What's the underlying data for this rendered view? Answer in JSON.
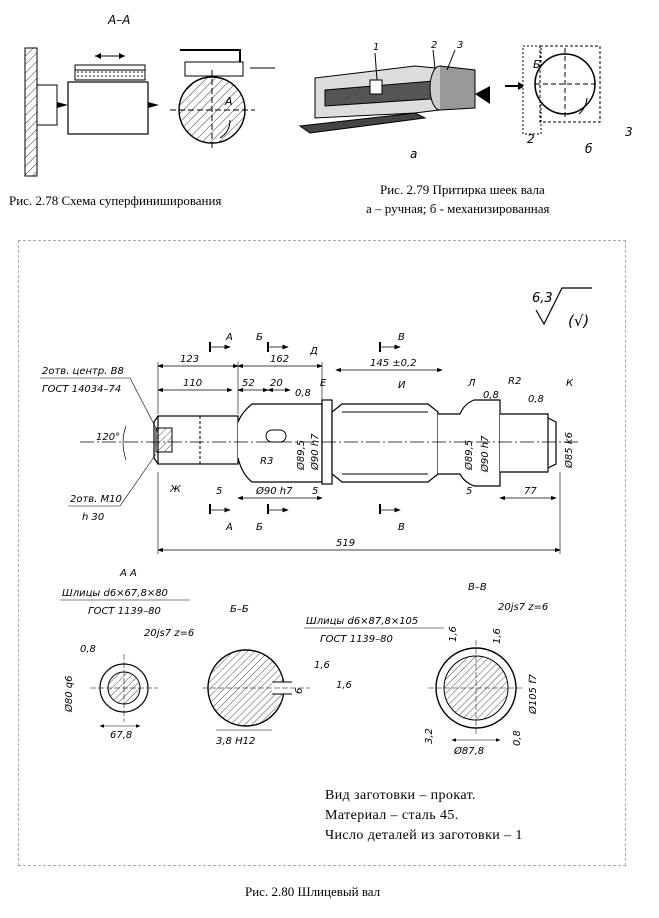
{
  "fig278": {
    "caption": "Рис. 2.78 Схема суперфиниширования",
    "section_label": "А–А",
    "rot_label": "А"
  },
  "fig279": {
    "caption_line1": "Рис. 2.79 Притирка шеек вала",
    "caption_line2": "а – ручная; б - механизированная",
    "label_a": "а",
    "label_b": "б",
    "callouts": [
      "1",
      "2",
      "3"
    ],
    "label_e": "Б",
    "label_2": "2",
    "label_3": "3"
  },
  "fig280": {
    "caption": "Рис. 2.80 Шлицевый вал",
    "roughness": "6,3",
    "roughness_paren": "(√)",
    "notes": {
      "line1": "Вид заготовки – прокат.",
      "line2": "Материал – сталь 45.",
      "line3": "Число деталей из заготовки – 1"
    },
    "left_notes": {
      "centers": "2отв. центр. В8",
      "centers_std": "ГОСТ 14034–74",
      "thread": "2отв. М10",
      "thread_depth": "h 30",
      "angle": "120°"
    },
    "dims": {
      "d123": "123",
      "d110": "110",
      "d162": "162",
      "d52": "52",
      "d20": "20",
      "d145": "145 ±0,2",
      "d519": "519",
      "d77": "77",
      "d5a": "5",
      "d5b": "5",
      "d5c": "5",
      "d08a": "0,8",
      "d08b": "0,8",
      "d08c": "0,8",
      "r2": "R2",
      "r3": "R3",
      "d895a": "Ø89,5",
      "d895b": "Ø89,5",
      "d90h7a": "Ø90 h7",
      "d90h7b": "Ø90 h7",
      "d85k6": "Ø85 k6"
    },
    "letters": {
      "A": "А",
      "B": "Б",
      "V": "В",
      "D": "Д",
      "E": "Е",
      "I": "И",
      "L": "Л",
      "K": "К",
      "Zh": "Ж"
    },
    "sections": {
      "aa_title": "А  А",
      "aa_spline": "Шлицы d6×67,8×80",
      "aa_gost": "ГОСТ 1139–80",
      "aa_fit": "20js7  z=6",
      "aa_d80": "Ø80 q6",
      "aa_d678": "67,8",
      "aa_08": "0,8",
      "bb_title": "Б–Б",
      "bb_38": "3,8 H12",
      "bb_6": "6",
      "bb_16a": "1,6",
      "bb_16b": "1,6",
      "vv_title": "В–В",
      "vv_spline": "Шлицы d6×87,8×105",
      "vv_gost": "ГОСТ 1139–80",
      "vv_fit": "20js7  z=6",
      "vv_16a": "1,6",
      "vv_16b": "1,6",
      "vv_d105": "Ø105 f7",
      "vv_d878": "Ø87,8",
      "vv_32": "3,2",
      "vv_08": "0,8"
    }
  }
}
